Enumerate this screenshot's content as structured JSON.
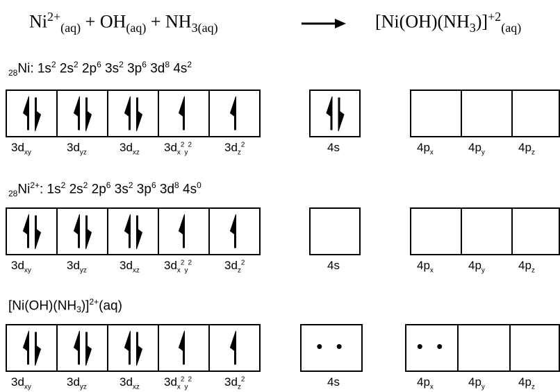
{
  "equation": {
    "ni": "Ni",
    "ni_charge": "2+",
    "aq": "(aq)",
    "plus": "+",
    "oh": "OH",
    "nh3": "NH",
    "three": "3",
    "nh3_state": "(aq)",
    "product_open": "[Ni(OH)(NH",
    "product_close": ")]",
    "product_charge": "+2",
    "product_state": "(aq)"
  },
  "config1": {
    "prefix": "28",
    "element": "Ni",
    "text": ": 1s",
    "exps": [
      "2",
      "2",
      "6",
      "2",
      "6",
      "8",
      "2"
    ]
  },
  "config2": {
    "prefix": "28",
    "element": "Ni",
    "charge": "2+",
    "text": ": 1s",
    "exps": [
      "2",
      "2",
      "6",
      "2",
      "6",
      "8",
      "0"
    ]
  },
  "complex_label": {
    "open": "[Ni(OH)(NH",
    "sub": "3",
    "close": ")]",
    "charge": "2+",
    "state": "(aq)"
  },
  "orbital_labels": {
    "d_xy": "3d",
    "xy": "xy",
    "d_yz": "3d",
    "yz": "yz",
    "d_xz": "3d",
    "xz": "xz",
    "d_x2y2": "3d",
    "x2y2_x": "x",
    "x2y2_y": "y",
    "two": "2",
    "d_z2": "3d",
    "z2_z": "z",
    "s4": "4s",
    "px": "4p",
    "x": "x",
    "py": "4p",
    "y": "y",
    "pz": "4p",
    "z": "z"
  },
  "occupancy": {
    "row1": {
      "d": [
        "up-down",
        "up-down",
        "up-down",
        "up",
        "up"
      ],
      "s": [
        "up-down"
      ],
      "p": [
        "empty",
        "empty",
        "empty"
      ]
    },
    "row2": {
      "d": [
        "up-down",
        "up-down",
        "up-down",
        "up",
        "up"
      ],
      "s": [
        "empty"
      ],
      "p": [
        "empty",
        "empty",
        "empty"
      ]
    },
    "row3": {
      "d": [
        "up-down",
        "up-down",
        "up-down",
        "up",
        "up"
      ],
      "s": [
        "lone-pair"
      ],
      "p": [
        "lone-pair",
        "empty",
        "empty"
      ]
    }
  },
  "lone_pair_symbol": "• •",
  "reaction_arrow": "arrow-right-icon"
}
